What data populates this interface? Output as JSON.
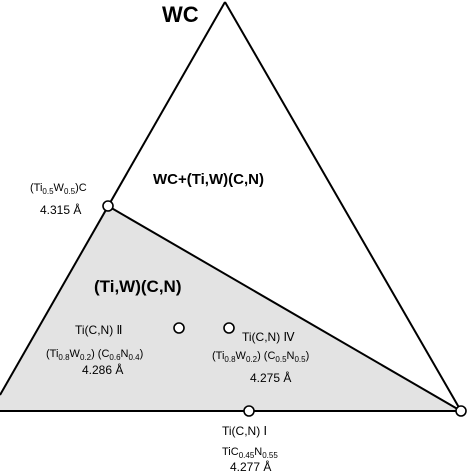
{
  "vertex_top": "WC",
  "regions": {
    "upper": "WC+(Ti,W)(C,N)",
    "lower": "(Ti,W)(C,N)"
  },
  "points": {
    "left_edge": {
      "formula": {
        "a": "(Ti",
        "a_sub": "0.5",
        "b": "W",
        "b_sub": "0.5",
        "c": ")C"
      },
      "lattice": "4.315 Å"
    },
    "sample_II": {
      "name": "Ti(C,N) Ⅱ",
      "formula": {
        "ti": "(Ti",
        "ti_sub": "0.8",
        "w": "W",
        "w_sub": "0.2",
        "mid": ") (C",
        "c_sub": "0.6",
        "n": "N",
        "n_sub": "0.4",
        "end": ")"
      },
      "lattice": "4.286 Å"
    },
    "sample_IV": {
      "name": "Ti(C,N) Ⅳ",
      "formula": {
        "ti": "(Ti",
        "ti_sub": "0.8",
        "w": "W",
        "w_sub": "0.2",
        "mid": ") (C",
        "c_sub": "0.5",
        "n": "N",
        "n_sub": "0.5",
        "end": ")"
      },
      "lattice": "4.275 Å"
    },
    "sample_I": {
      "name": "Ti(C,N) Ⅰ",
      "formula": {
        "a": "TiC",
        "a_sub": "0.45",
        "b": "N",
        "b_sub": "0.55"
      },
      "lattice": "4.277 Å"
    }
  },
  "colors": {
    "region_fill": "#e3e3e3",
    "line": "#000000"
  }
}
